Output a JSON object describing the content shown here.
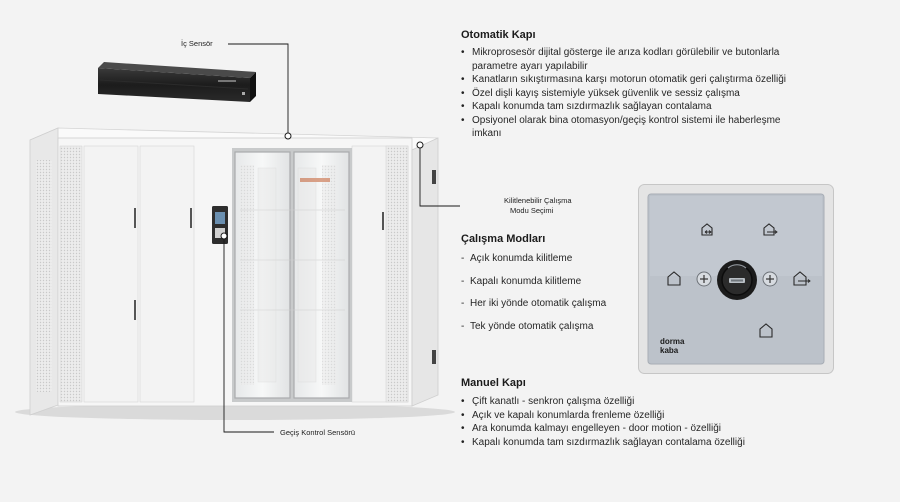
{
  "callouts": {
    "ic_sensor": "İç Sensör",
    "lockable_mode": [
      "Kilitlenebilir Çalışma",
      "Modu Seçimi"
    ],
    "access_sensor": "Geçiş Kontrol Sensörü"
  },
  "otomatik": {
    "title": "Otomatik Kapı",
    "items": [
      [
        "Mikroprosesör dijital gösterge ile arıza kodları görülebilir ve butonlarla",
        "parametre ayarı yapılabilir"
      ],
      [
        "Kanatların sıkıştırmasına karşı motorun otomatik geri çalıştırma özelliği"
      ],
      [
        "Özel dişli kayış sistemiyle yüksek güvenlik ve sessiz çalışma"
      ],
      [
        "Kapalı konumda tam sızdırmazlık sağlayan contalama"
      ],
      [
        "Opsiyonel olarak bina otomasyon/geçiş kontrol sistemi ile haberleşme",
        "imkanı"
      ]
    ]
  },
  "modlar": {
    "title": "Çalışma Modları",
    "items": [
      "Açık konumda kilitleme",
      "Kapalı konumda kilitleme",
      "Her iki yönde otomatik çalışma",
      "Tek yönde otomatik çalışma"
    ]
  },
  "manuel": {
    "title": "Manuel Kapı",
    "items": [
      "Çift kanatlı - senkron çalışma özelliği",
      "Açık ve kapalı konumlarda frenleme özelliği",
      "Ara konumda kalmayı engelleyen - door motion - özelliği",
      "Kapalı konumda tam sızdırmazlık sağlayan contalama özelliği"
    ]
  },
  "panel": {
    "brand_line1": "dorma",
    "brand_line2": "kaba",
    "icons": [
      "exit-both-icon",
      "exit-right-icon",
      "home-closed-icon",
      "home-right-icon",
      "home-bottom-icon",
      "minus-button-icon",
      "plus-button-icon",
      "key-switch-icon"
    ]
  },
  "colors": {
    "background": "#f3f3f3",
    "cabinet": "#f4f4f4",
    "panel_frame": "#dcdcdc",
    "panel_face": "#b9bfc8",
    "key_switch": "#1b1b1b"
  }
}
